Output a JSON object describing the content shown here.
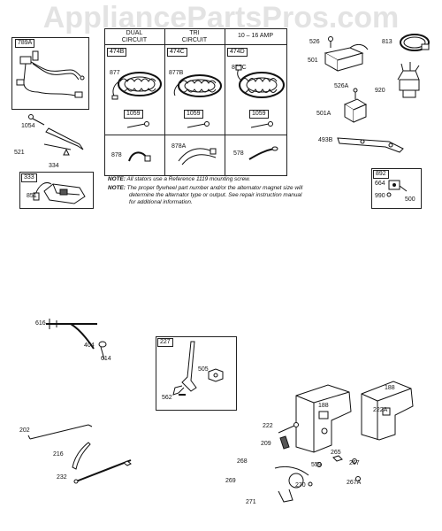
{
  "watermark": "AppliancePartsPros.com",
  "stator_table": {
    "headers": [
      "DUAL\nCIRCUIT",
      "TRI\nCIRCUIT",
      "10 – 16 AMP"
    ],
    "tags": [
      "474B",
      "474C",
      "474D"
    ],
    "stators": [
      "877",
      "877B",
      "877C"
    ],
    "screw_tags": [
      "1059",
      "1059",
      "1059"
    ],
    "lower_row": [
      "878",
      "878A",
      "578"
    ]
  },
  "notes": [
    {
      "prefix": "NOTE:",
      "text": "All stators use a Reference 1119 mounting screw."
    },
    {
      "prefix": "NOTE:",
      "text": "The proper flywheel part number and/or the alternator magnet size will"
    },
    {
      "prefix": "",
      "text": "determine the alternator type or output. See repair instruction manual"
    },
    {
      "prefix": "",
      "text": "for additional information."
    }
  ],
  "parts": {
    "p789A": "789A",
    "p1054": "1054",
    "p521": "521",
    "p334": "334",
    "p333": "333",
    "p851": "851",
    "p526": "526",
    "p501": "501",
    "p813": "813",
    "p526A": "526A",
    "p920": "920",
    "p501A": "501A",
    "p493B": "493B",
    "p892": "892",
    "p664": "664",
    "p990": "990",
    "p500": "500",
    "p616": "616",
    "p404": "404",
    "p614": "614",
    "p227": "227",
    "p505": "505",
    "p562": "562",
    "p202": "202",
    "p216": "216",
    "p232": "232",
    "p188a": "188",
    "p188b": "188",
    "p222": "222",
    "p222A": "222A",
    "p209": "209",
    "p268": "268",
    "p265": "265",
    "p267": "267",
    "p559": "559",
    "p269": "269",
    "p270": "270",
    "p267A": "267A",
    "p271": "271"
  }
}
